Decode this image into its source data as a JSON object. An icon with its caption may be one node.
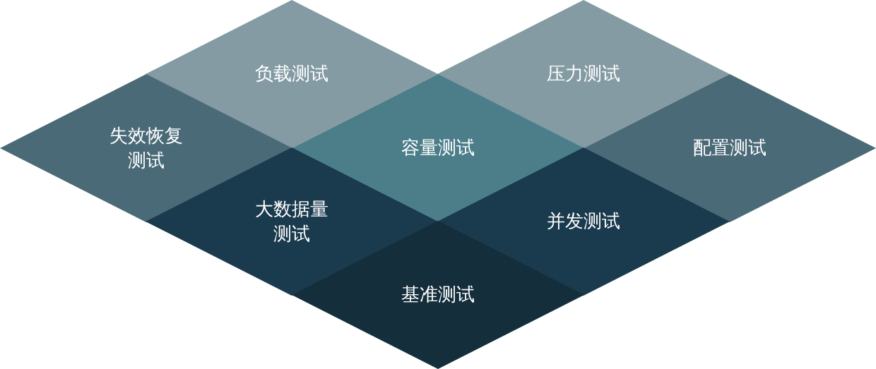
{
  "diagram": {
    "nodes": [
      {
        "text": [
          "负载测试"
        ]
      },
      {
        "text": [
          "压力测试"
        ]
      },
      {
        "text": [
          "失效恢复测试"
        ]
      },
      {
        "text": [
          "容量测试"
        ]
      },
      {
        "text": [
          "配置测试"
        ]
      },
      {
        "text": [
          "大数据量测试"
        ]
      },
      {
        "text": [
          "并发测试"
        ]
      },
      {
        "text": [
          "基准测试"
        ]
      }
    ]
  }
}
